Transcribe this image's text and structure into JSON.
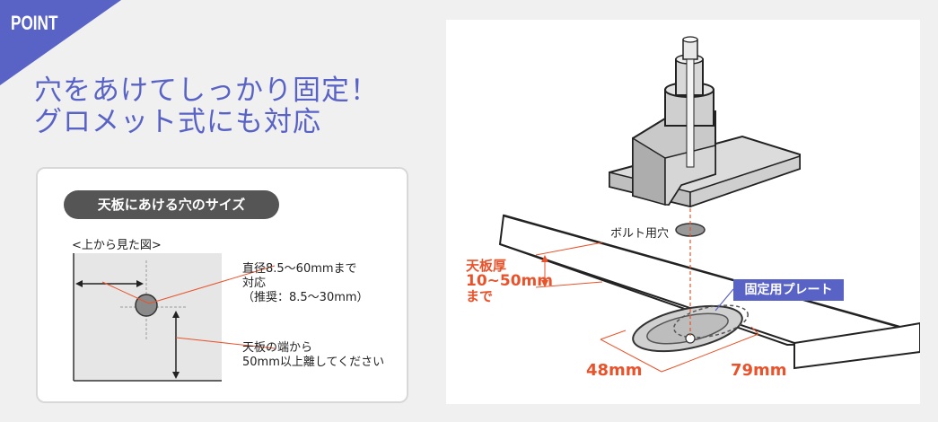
{
  "badge": {
    "label": "POINT",
    "color": "#5963c6"
  },
  "headline": {
    "line1": "穴をあけてしっかり固定！",
    "line2": "グロメット式にも対応"
  },
  "info_card": {
    "title": "天板にあける穴のサイズ",
    "view_label": "<上から見た図>",
    "diameter_note": [
      "直径8.5～60mmまで",
      "対応",
      "（推奨：8.5～30mm）"
    ],
    "distance_note": [
      "天板の端から",
      "50mm以上離してください"
    ]
  },
  "illustration": {
    "bolt_hole_label": "ボルト用穴",
    "thickness_label": [
      "天板厚",
      "10~50mm",
      "まで"
    ],
    "plate_label": "固定用プレート",
    "dim_left": "48mm",
    "dim_right": "79mm",
    "accent_color": "#e9532b"
  }
}
